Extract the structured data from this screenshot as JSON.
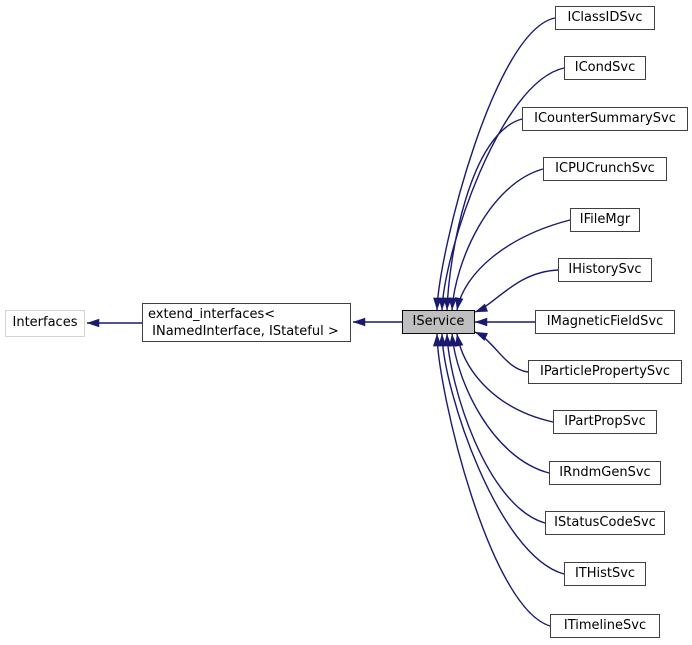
{
  "colors": {
    "edge": "#191970",
    "focus_node_fill": "#bfbfbf",
    "focus_node_border": "#0a0a0a",
    "node_border": "#404040",
    "undocumented_node_border": "#d4d4d4",
    "node_fill": "#ffffff",
    "background": "#ffffff",
    "text": "#000000"
  },
  "nodes": {
    "interfaces": {
      "label": "Interfaces"
    },
    "extend_interfaces": {
      "line1": "extend_interfaces<",
      "line2": " INamedInterface, IStateful >"
    },
    "iservice": {
      "label": "IService"
    },
    "derived": [
      {
        "label": "IClassIDSvc"
      },
      {
        "label": "ICondSvc"
      },
      {
        "label": "ICounterSummarySvc"
      },
      {
        "label": "ICPUCrunchSvc"
      },
      {
        "label": "IFileMgr"
      },
      {
        "label": "IHistorySvc"
      },
      {
        "label": "IMagneticFieldSvc"
      },
      {
        "label": "IParticlePropertySvc"
      },
      {
        "label": "IPartPropSvc"
      },
      {
        "label": "IRndmGenSvc"
      },
      {
        "label": "IStatusCodeSvc"
      },
      {
        "label": "ITHistSvc"
      },
      {
        "label": "ITimelineSvc"
      }
    ]
  }
}
